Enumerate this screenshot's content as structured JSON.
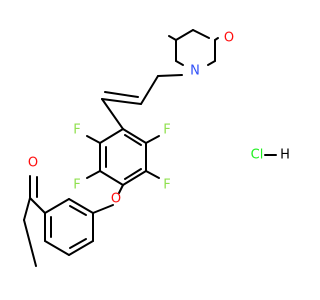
{
  "molecule": {
    "atoms": {
      "morpholine_oxygen": "O",
      "morpholine_nitrogen": "N",
      "fluorine_upper_left": "F",
      "fluorine_upper_right": "F",
      "fluorine_lower_left": "F",
      "fluorine_lower_right": "F",
      "ether_oxygen": "O",
      "carbonyl_oxygen": "O"
    },
    "salt": {
      "chlorine": "Cl",
      "hydrogen": "H"
    }
  },
  "colors": {
    "bond": "#000000",
    "oxygen": "#ff0d0d",
    "nitrogen": "#3050f8",
    "fluorine": "#90e050",
    "chlorine": "#1ff01f",
    "hydrogen": "#000000"
  }
}
